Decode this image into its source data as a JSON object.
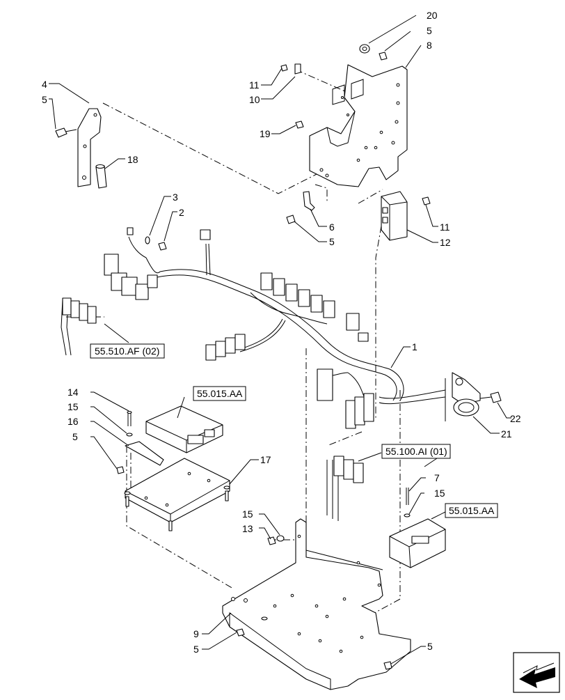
{
  "callouts": [
    "20",
    "5",
    "8",
    "11",
    "10",
    "19",
    "4",
    "5",
    "18",
    "3",
    "2",
    "6",
    "5",
    "11",
    "12",
    "1",
    "55.510.AF (02)",
    "14",
    "15",
    "16",
    "5",
    "55.015.AA",
    "17",
    "22",
    "21",
    "55.100.AI (01)",
    "7",
    "15",
    "55.015.AA",
    "15",
    "13",
    "9",
    "5",
    "5"
  ],
  "references": {
    "ref_510": "55.510.AF (02)",
    "ref_015_top": "55.015.AA",
    "ref_100": "55.100.AI (01)",
    "ref_015_right": "55.015.AA"
  },
  "icons": [
    "direction-arrow-icon"
  ],
  "colors": {
    "line": "#000000",
    "background": "#ffffff"
  }
}
